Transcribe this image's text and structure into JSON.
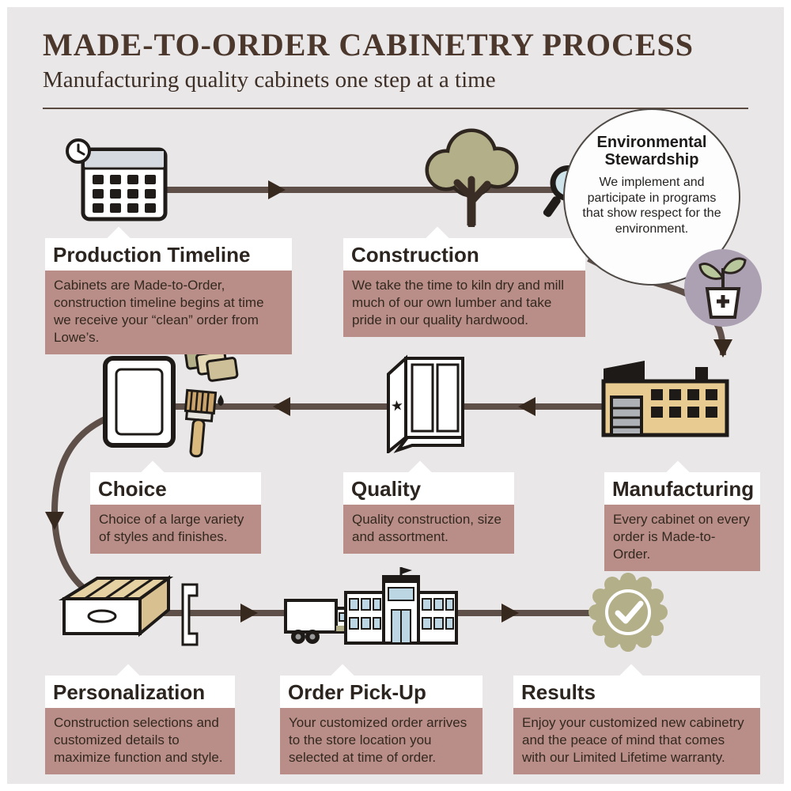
{
  "header": {
    "title": "MADE-TO-ORDER CABINETRY PROCESS",
    "subtitle": "Manufacturing quality cabinets one step at a time"
  },
  "callout": {
    "title": "Environmental Stewardship",
    "body": "We implement and participate in programs that show respect for the environment.",
    "icon": "plant-pot-icon"
  },
  "steps": [
    {
      "title": "Production Timeline",
      "body": "Cabinets are Made-to-Order, construction timeline begins at time we receive your “clean” order from Lowe’s.",
      "icon": "calendar-clock-icon"
    },
    {
      "title": "Construction",
      "body": "We take the time to kiln dry and mill much of our own lumber and take pride in our quality hardwood.",
      "icon": "tree-magnifier-icon"
    },
    {
      "title": "Manufacturing",
      "body": "Every cabinet on every order is Made-to-Order.",
      "icon": "factory-icon"
    },
    {
      "title": "Quality",
      "body": "Quality construction, size and assortment.",
      "icon": "cabinet-star-icon"
    },
    {
      "title": "Choice",
      "body": "Choice of a large variety of styles and finishes.",
      "icon": "door-swatches-brush-icon"
    },
    {
      "title": "Personalization",
      "body": "Construction selections and customized details to maximize function and style.",
      "icon": "drawer-icon"
    },
    {
      "title": "Order Pick-Up",
      "body": "Your customized order arrives to the store location you selected at time of order.",
      "icon": "truck-store-icon"
    },
    {
      "title": "Results",
      "body": "Enjoy your customized new cabinetry and the peace of mind that comes with our Limited Lifetime warranty.",
      "icon": "seal-check-icon"
    }
  ],
  "colors": {
    "background": "#e9e7e8",
    "flow_line": "#5e4f49",
    "arrow": "#38291f",
    "step_body_bg": "#b98e88",
    "heading_text": "#2b241f",
    "title_text": "#4b372c",
    "olive": "#b3af88",
    "purple": "#aca0b3",
    "factory_tan": "#e7cb90",
    "window_blue": "#bcd6e4"
  }
}
